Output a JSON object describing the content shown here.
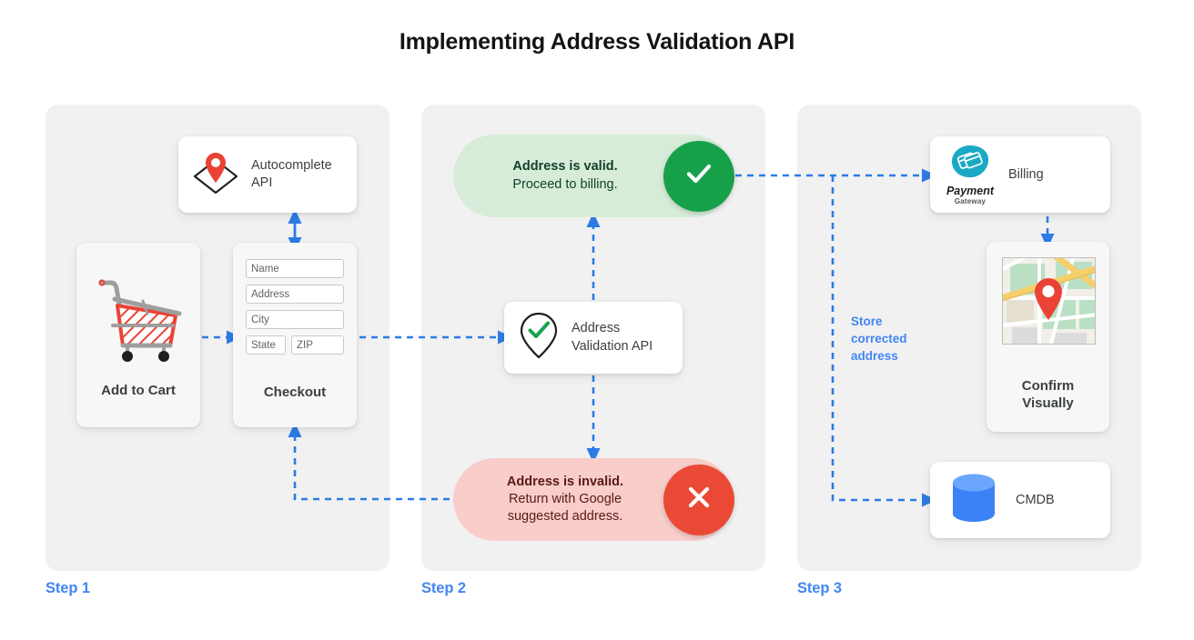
{
  "page": {
    "title": "Implementing Address Validation API",
    "accent_blue": "#4285f4",
    "background": "#ffffff",
    "panel_background": "#f1f1f1"
  },
  "steps": [
    {
      "label": "Step 1"
    },
    {
      "label": "Step 2"
    },
    {
      "label": "Step 3"
    }
  ],
  "step1": {
    "autocomplete": {
      "label_line1": "Autocomplete",
      "label_line2": "API",
      "icon": "map-pin-diamond-icon"
    },
    "add_to_cart": {
      "label": "Add to Cart",
      "icon": "shopping-cart-icon"
    },
    "checkout": {
      "label": "Checkout",
      "fields": [
        {
          "name": "name",
          "placeholder": "Name",
          "value": ""
        },
        {
          "name": "address",
          "placeholder": "Address",
          "value": ""
        },
        {
          "name": "city",
          "placeholder": "City",
          "value": ""
        },
        {
          "name": "state",
          "placeholder": "State",
          "value": ""
        },
        {
          "name": "zip",
          "placeholder": "ZIP",
          "value": ""
        }
      ]
    }
  },
  "step2": {
    "valid": {
      "headline": "Address is valid.",
      "detail": "Proceed to billing.",
      "badge_icon": "checkmark-icon",
      "badge_color": "#17a04a",
      "pill_color": "#d7ecd8",
      "text_color": "#14402a"
    },
    "invalid": {
      "headline": "Address is invalid.",
      "detail_line1": "Return with Google",
      "detail_line2": "suggested address.",
      "badge_icon": "cross-icon",
      "badge_color": "#ea4a35",
      "pill_color": "#f8cdca",
      "text_color": "#5b1a15"
    },
    "validation_api": {
      "label_line1": "Address",
      "label_line2": "Validation API",
      "icon": "pin-check-icon"
    }
  },
  "step3": {
    "billing": {
      "label": "Billing",
      "icon": "payment-gateway-logo",
      "logo_word_1": "Payment",
      "logo_word_2": "Gateway"
    },
    "confirm": {
      "label_line1": "Confirm",
      "label_line2": "Visually",
      "icon": "map-thumbnail-icon"
    },
    "cmdb": {
      "label": "CMDB",
      "icon": "database-cylinder-icon"
    },
    "store_caption_line1": "Store",
    "store_caption_line2": "corrected",
    "store_caption_line3": "address"
  }
}
